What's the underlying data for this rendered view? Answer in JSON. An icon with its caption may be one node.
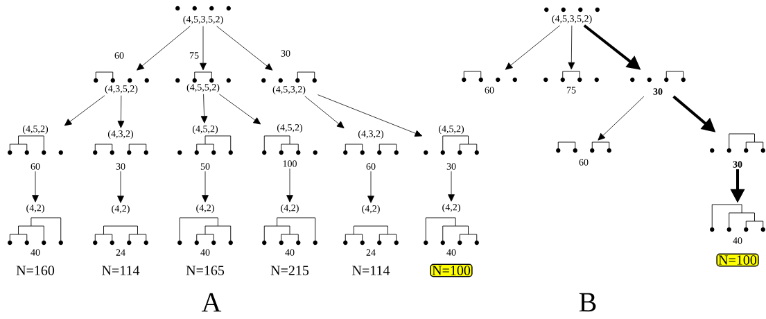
{
  "diagram": {
    "nodes": [
      {
        "text": [
          "(4,5,3,5,2)"
        ]
      },
      {
        "text": [
          "(4,3,5,2)"
        ]
      },
      {
        "text": [
          "(4,5,5,2)"
        ]
      },
      {
        "text": [
          "(4,5,3,2)"
        ]
      },
      {
        "text": [
          "(4,5,2)",
          "60"
        ]
      },
      {
        "text": [
          "(4,3,2)",
          "30"
        ]
      },
      {
        "text": [
          "(4,5,2)",
          "50"
        ]
      },
      {
        "text": [
          "(4,5,2)",
          "100"
        ]
      },
      {
        "text": [
          "(4,3,2)",
          "60"
        ]
      },
      {
        "text": [
          "(4,5,2)",
          "30"
        ]
      },
      {
        "text": [
          "(4,2)",
          "40"
        ],
        "beside": [
          "N=160"
        ]
      },
      {
        "text": [
          "(4,2)",
          "24"
        ],
        "beside": [
          "N=114"
        ]
      },
      {
        "text": [
          "(4,2)",
          "40"
        ],
        "beside": [
          "N=165"
        ]
      },
      {
        "text": [
          "(4,2)",
          "40"
        ],
        "beside": [
          "N=215"
        ]
      },
      {
        "text": [
          "(4,2)",
          "24"
        ],
        "beside": [
          "N=114"
        ]
      },
      {
        "text": [
          "(4,2)",
          "40"
        ]
      },
      {
        "text": [
          "N=100"
        ]
      },
      {
        "text": [
          "(4,5,3,5,2)"
        ]
      },
      {
        "text": [
          "60"
        ]
      },
      {
        "text": [
          "75"
        ]
      },
      {
        "text": [
          "30"
        ]
      },
      {
        "text": [
          "60"
        ]
      },
      {
        "text": [
          "30"
        ]
      },
      {
        "text": [
          "40"
        ]
      },
      {
        "text": [
          "N=100"
        ]
      }
    ],
    "edges": [
      {
        "from": 0,
        "to": 1,
        "arrow": "to",
        "label": "60"
      },
      {
        "from": 0,
        "to": 2,
        "arrow": "to",
        "label": "75"
      },
      {
        "from": 0,
        "to": 3,
        "arrow": "to",
        "label": "30"
      },
      {
        "from": 1,
        "to": 4,
        "arrow": "to"
      },
      {
        "from": 1,
        "to": 5,
        "arrow": "to"
      },
      {
        "from": 2,
        "to": 6,
        "arrow": "to"
      },
      {
        "from": 2,
        "to": 7,
        "arrow": "to"
      },
      {
        "from": 3,
        "to": 8,
        "arrow": "to"
      },
      {
        "from": 3,
        "to": 9,
        "arrow": "to"
      },
      {
        "from": 4,
        "to": 10,
        "arrow": "to"
      },
      {
        "from": 5,
        "to": 11,
        "arrow": "to"
      },
      {
        "from": 6,
        "to": 12,
        "arrow": "to"
      },
      {
        "from": 7,
        "to": 13,
        "arrow": "to"
      },
      {
        "from": 8,
        "to": 14,
        "arrow": "to"
      },
      {
        "from": 9,
        "to": 15,
        "arrow": "to"
      },
      {
        "from": 17,
        "to": 18,
        "arrow": "to"
      },
      {
        "from": 17,
        "to": 19,
        "arrow": "to"
      },
      {
        "from": 17,
        "to": 20,
        "arrow": "to",
        "style": "thick"
      },
      {
        "from": 20,
        "to": 21,
        "arrow": "to"
      },
      {
        "from": 20,
        "to": 22,
        "arrow": "to",
        "style": "thick"
      },
      {
        "from": 22,
        "to": 23,
        "arrow": "to",
        "style": "thick"
      }
    ],
    "labels": [
      "A",
      "B"
    ]
  }
}
